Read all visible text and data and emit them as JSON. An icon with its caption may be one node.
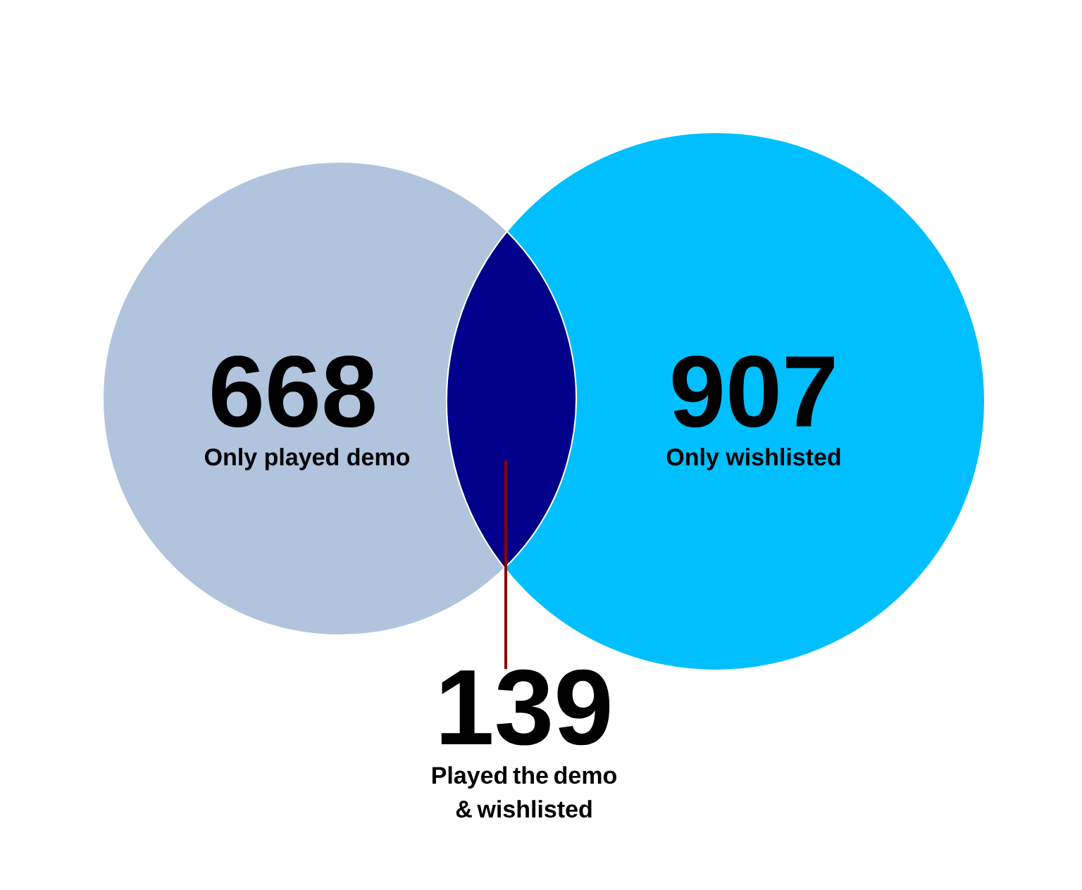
{
  "diagram": {
    "nodes": [
      {
        "text": [
          "668",
          "Only played demo"
        ]
      },
      {
        "text": [
          "907",
          "Only wishlisted"
        ]
      },
      {
        "text": [],
        "shape": "lens"
      },
      {
        "text": [
          "139",
          "Played the demo & wishlisted"
        ]
      }
    ],
    "edges": [
      {
        "from": 3,
        "to": 2,
        "arrow": "none",
        "color": "#8b0000"
      }
    ]
  }
}
